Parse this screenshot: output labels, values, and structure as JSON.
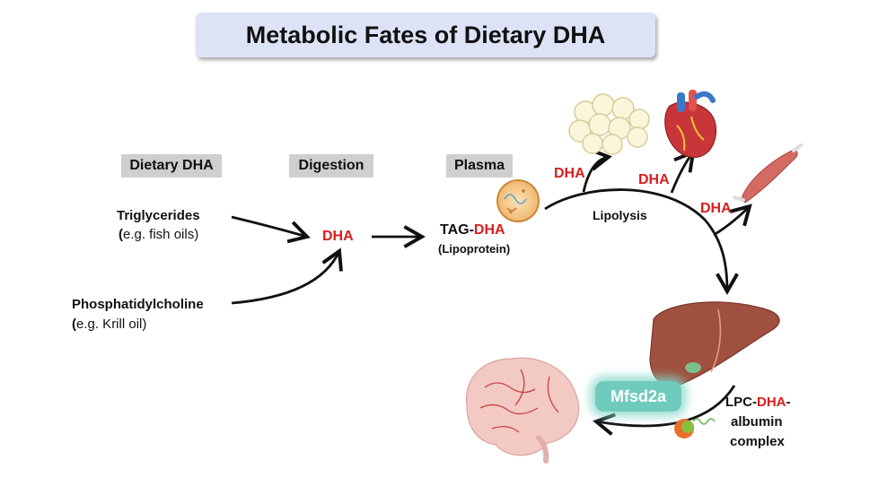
{
  "title": "Metabolic Fates of Dietary DHA",
  "stages": {
    "dietary": "Dietary DHA",
    "digestion": "Digestion",
    "plasma": "Plasma"
  },
  "sources": {
    "triglycerides": "Triglycerides",
    "triglycerides_paren": "(",
    "triglycerides_example": "e.g. fish oils)",
    "phosphatidylcholine": "Phosphatidylcholine",
    "phosphatidylcholine_paren": "(",
    "phosphatidylcholine_example": "e.g. Krill oil)"
  },
  "digestion_product": "DHA",
  "plasma": {
    "tag_prefix": "TAG-",
    "tag_dha": "DHA",
    "lipoprotein": "(Lipoprotein)"
  },
  "lipolysis": "Lipolysis",
  "branches": {
    "adipose_dha": "DHA",
    "heart_dha": "DHA",
    "muscle_dha": "DHA"
  },
  "liver_export": {
    "lpc": "LPC-",
    "dha": "DHA",
    "dash": "-",
    "line2": "albumin",
    "line3": "complex"
  },
  "transporter": "Mfsd2a",
  "icons": [
    "adipocytes-icon",
    "heart-icon",
    "muscle-icon",
    "liver-icon",
    "brain-icon",
    "lipoprotein-icon",
    "albumin-complex-icon"
  ],
  "colors": {
    "dha_red": "#d91d1d",
    "title_bg": "#dde3f7",
    "stage_bg": "#cfcfcf",
    "mfsd2a": "#6fcbbc",
    "liver": "#a0503e",
    "brain": "#f3c9c4"
  }
}
